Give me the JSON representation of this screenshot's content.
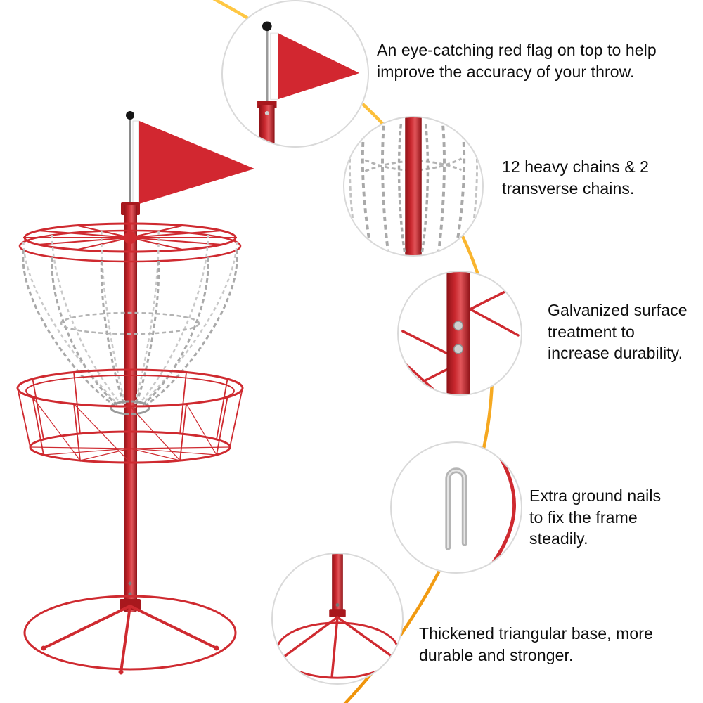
{
  "background": "#ffffff",
  "colors": {
    "product_red": "#cf2a30",
    "flag_red": "#d22730",
    "chain_silver": "#a9a9a9",
    "arc_orange": "#f5a623",
    "text": "#0d0d0d",
    "circle_border": "#d9d9d9"
  },
  "features": [
    {
      "id": "flag",
      "icon": "red-flag-detail-image",
      "text": "An eye-catching red flag on top to help improve the accuracy of your throw."
    },
    {
      "id": "chains",
      "icon": "chains-detail-image",
      "text": "12 heavy chains & 2 transverse chains."
    },
    {
      "id": "galvanized",
      "icon": "galvanized-pole-detail-image",
      "text": "Galvanized surface treatment to increase durability."
    },
    {
      "id": "ground-nails",
      "icon": "ground-nail-detail-image",
      "text": "Extra ground nails to fix the frame steadily."
    },
    {
      "id": "base",
      "icon": "triangular-base-detail-image",
      "text": "Thickened triangular base, more durable and stronger."
    }
  ]
}
